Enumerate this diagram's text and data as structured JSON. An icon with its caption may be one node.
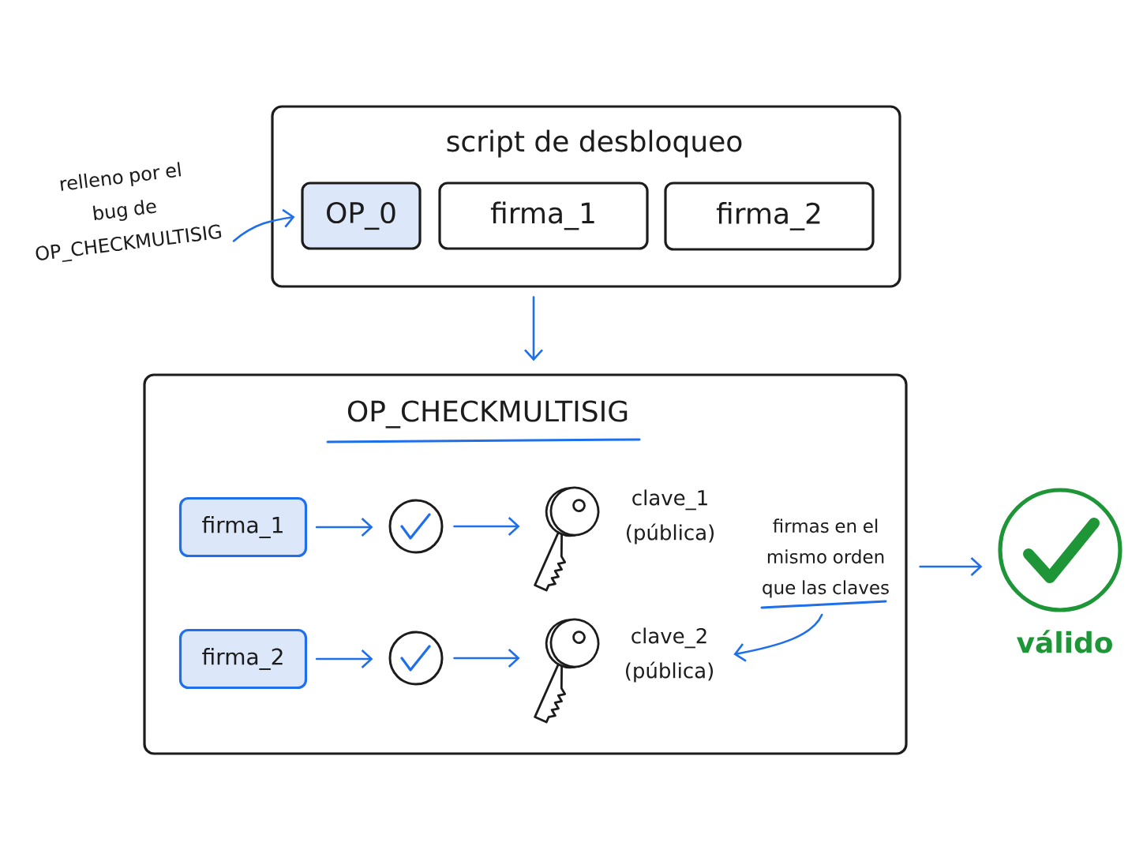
{
  "diagram": {
    "nodes": [
      {
        "text": [
          "relleno por el bug de OP_CHECKMULTISIG"
        ]
      },
      {
        "text": [
          "script de desbloqueo"
        ]
      },
      {
        "text": [
          "OP_0"
        ],
        "in": 1
      },
      {
        "text": [
          "firma_1"
        ],
        "in": 1
      },
      {
        "text": [
          "firma_2"
        ],
        "in": 1
      },
      {
        "text": [
          "OP_CHECKMULTISIG"
        ]
      },
      {
        "text": [
          "firma_1"
        ],
        "in": 5
      },
      {
        "text": [],
        "shape": "circle",
        "in": 5
      },
      {
        "text": [],
        "shape": "picture",
        "in": 5,
        "beside": [
          "clave_1 (pública)"
        ]
      },
      {
        "text": [
          "firmas en el mismo orden que las claves"
        ],
        "in": 5
      },
      {
        "text": [
          "firma_2"
        ],
        "in": 5
      },
      {
        "text": [],
        "shape": "circle",
        "in": 5
      },
      {
        "text": [],
        "shape": "picture",
        "in": 5
      },
      {
        "text": [
          "clave_2 (pública)"
        ],
        "in": 5
      },
      {
        "text": [],
        "shape": "circle",
        "beside": [
          "válido"
        ]
      }
    ],
    "edges": [
      {
        "from": 0,
        "to": 2,
        "arrow": "to"
      },
      {
        "from": 1,
        "to": 5,
        "arrow": "to"
      },
      {
        "from": 6,
        "to": 7,
        "arrow": "to"
      },
      {
        "from": 7,
        "to": 8,
        "arrow": "to"
      },
      {
        "from": 10,
        "to": 11,
        "arrow": "to"
      },
      {
        "from": 11,
        "to": 12,
        "arrow": "to"
      },
      {
        "from": 9,
        "to": 13,
        "arrow": "to"
      },
      {
        "from": 5,
        "to": 14,
        "arrow": "to"
      }
    ]
  }
}
